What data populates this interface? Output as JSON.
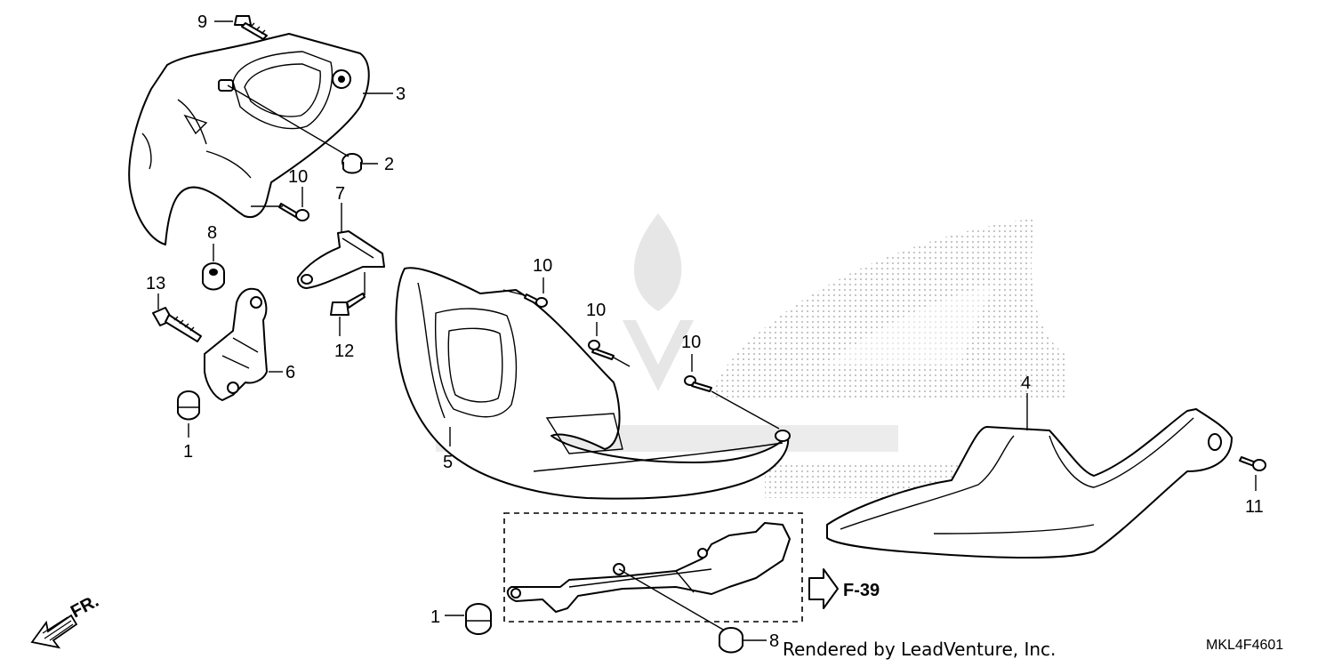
{
  "callouts": [
    {
      "id": "c9",
      "label": "9"
    },
    {
      "id": "c3",
      "label": "3"
    },
    {
      "id": "c2",
      "label": "2"
    },
    {
      "id": "c10a",
      "label": "10"
    },
    {
      "id": "c7",
      "label": "7"
    },
    {
      "id": "c8a",
      "label": "8"
    },
    {
      "id": "c13",
      "label": "13"
    },
    {
      "id": "c6",
      "label": "6"
    },
    {
      "id": "c1a",
      "label": "1"
    },
    {
      "id": "c12",
      "label": "12"
    },
    {
      "id": "c10b",
      "label": "10"
    },
    {
      "id": "c10c",
      "label": "10"
    },
    {
      "id": "c10d",
      "label": "10"
    },
    {
      "id": "c5",
      "label": "5"
    },
    {
      "id": "c4",
      "label": "4"
    },
    {
      "id": "c11",
      "label": "11"
    },
    {
      "id": "c1b",
      "label": "1"
    },
    {
      "id": "c8b",
      "label": "8"
    }
  ],
  "reference": "F-39",
  "front_marker": "FR.",
  "credit": "Rendered by LeadVenture, Inc.",
  "diagram_code": "MKL4F4601"
}
